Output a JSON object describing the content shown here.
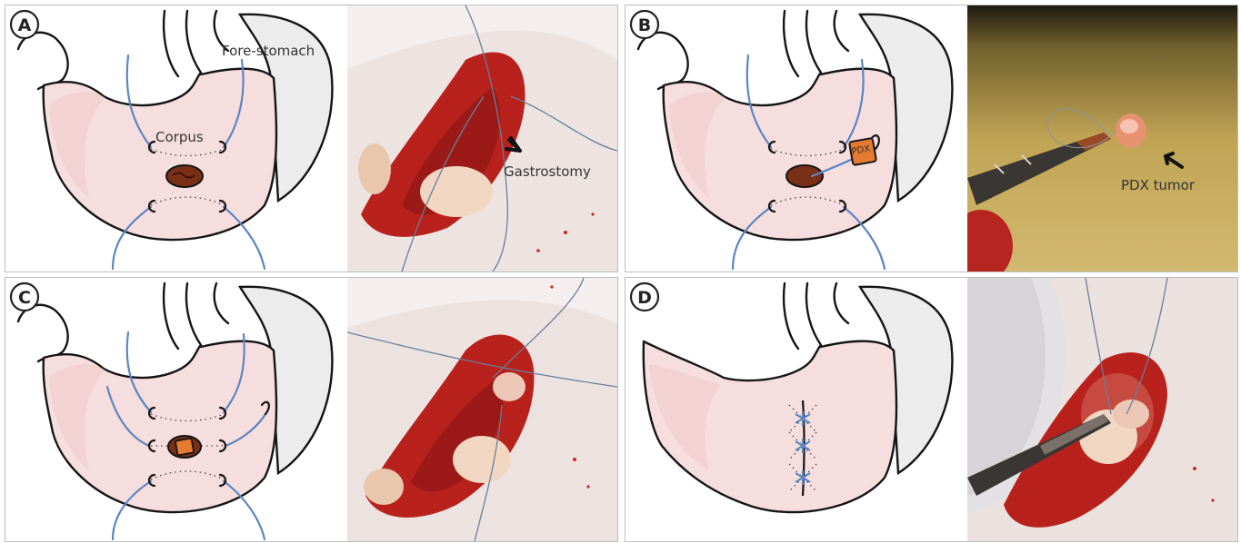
{
  "panels": [
    {
      "id": "A",
      "labels": {
        "forestomach": "Fore-stomach",
        "corpus": "Corpus",
        "gastrostomy": "Gastrostomy"
      }
    },
    {
      "id": "B",
      "labels": {
        "pdx_box": "PDX",
        "pdx_tumor": "PDX tumor"
      }
    },
    {
      "id": "C",
      "labels": {}
    },
    {
      "id": "D",
      "labels": {}
    }
  ],
  "colors": {
    "stomach_fill": "#f7dede",
    "forestomach_fill": "#ececec",
    "suture_thread": "#5b86c2",
    "gastrostomy": "#7a2f17",
    "pdx_tissue": "#e67a30",
    "photo_tissue": "#b8211c"
  }
}
